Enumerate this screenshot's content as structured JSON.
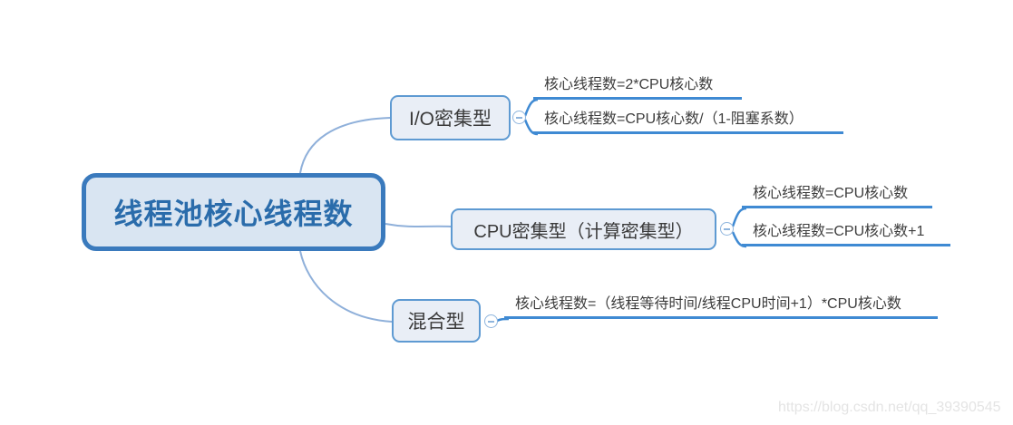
{
  "root": {
    "label": "线程池核心线程数"
  },
  "branches": [
    {
      "id": "io",
      "label": "I/O密集型",
      "leaves": [
        {
          "text": "核心线程数=2*CPU核心数"
        },
        {
          "text": "核心线程数=CPU核心数/（1-阻塞系数）"
        }
      ]
    },
    {
      "id": "cpu",
      "label": "CPU密集型（计算密集型）",
      "leaves": [
        {
          "text": "核心线程数=CPU核心数"
        },
        {
          "text": "核心线程数=CPU核心数+1"
        }
      ]
    },
    {
      "id": "mixed",
      "label": "混合型",
      "leaves": [
        {
          "text": "核心线程数=（线程等待时间/线程CPU时间+1）*CPU核心数"
        }
      ]
    }
  ],
  "toggles": {
    "icon": "minus-icon"
  },
  "watermark": {
    "text": "https://blog.csdn.net/qq_39390545"
  },
  "colors": {
    "root_border": "#3a7abd",
    "root_fill": "#d9e5f2",
    "root_text": "#2a6cab",
    "branch_border": "#5e9ad2",
    "branch_fill": "#e9eef6",
    "branch_text": "#3a3a3a",
    "leaf_text": "#3d3d3d",
    "underline_blue": "#3f8ad3",
    "connector_blue": "#8fb0da",
    "toggle_blue": "#8fb5dd",
    "watermark_gray": "#e4e4e4",
    "background": "#ffffff"
  }
}
